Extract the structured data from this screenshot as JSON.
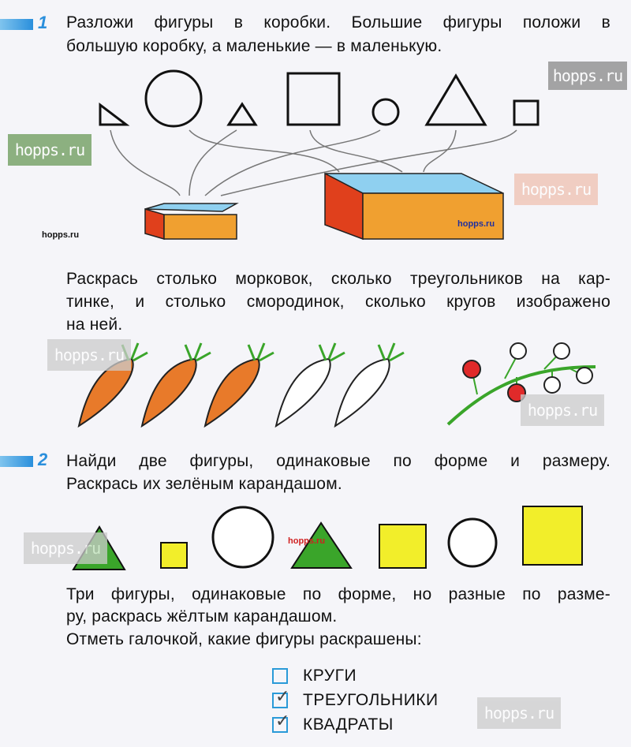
{
  "task1": {
    "number": "1",
    "instruction_lines": [
      "Разложи фигуры в коробки. Большие фигуры положи в",
      "большую коробку, а маленькие — в маленькую."
    ],
    "sub_instruction_lines": [
      "Раскрась столько морковок, сколько треугольников на кар-",
      "тинке, и столько смородинок, сколько кругов изображено",
      "на ней."
    ]
  },
  "task2": {
    "number": "2",
    "instruction_lines": [
      "Найди две фигуры, одинаковые по форме и размеру.",
      "Раскрась их зелёным карандашом."
    ],
    "sub_instruction_lines": [
      "Три фигуры, одинаковые по форме, но разные по разме-",
      "ру, раскрась жёлтым карандашом.",
      "Отметь галочкой, какие фигуры раскрашены:"
    ],
    "options": [
      {
        "label": "КРУГИ",
        "checked": false
      },
      {
        "label": "ТРЕУГОЛЬНИКИ",
        "checked": true
      },
      {
        "label": "КВАДРАТЫ",
        "checked": true
      }
    ],
    "check_mark": "✓"
  },
  "watermark": "hopps.ru",
  "colors": {
    "accent": "#2a8fdc",
    "carrot": "#e87a2a",
    "green": "#3aa52a",
    "yellow": "#f2ee2a",
    "red": "#e02a2a"
  }
}
